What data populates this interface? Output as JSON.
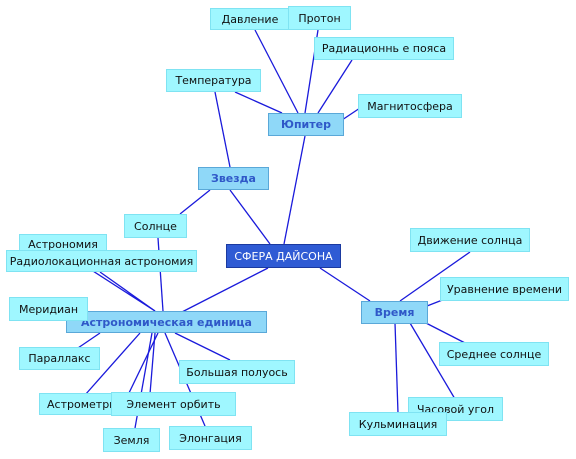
{
  "center": "СФЕРА ДАЙСОНА",
  "hubs": {
    "jupiter": "Юпитер",
    "star": "Звезда",
    "astro_unit": "Астрономическая единица",
    "time": "Время"
  },
  "leaves": {
    "pressure": "Давление",
    "proton": "Протон",
    "radiation_belts": "Радиационнь е пояса",
    "temperature": "Температура",
    "magnetosphere": "Магнитосфера",
    "sun": "Солнце",
    "astronomy": "Астрономия",
    "radio_astronomy": "Радиолокационная астрономия",
    "meridian": "Меридиан",
    "parallax": "Параллакс",
    "astrometry": "Астрометрия",
    "orbit_element": "Элемент орбить",
    "semi_major_axis": "Большая полуось",
    "earth": "Земля",
    "elongation": "Элонгация",
    "sun_motion": "Движение солнца",
    "equation_of_time": "Уравнение времени",
    "mean_sun": "Среднее солнце",
    "hour_angle": "Часовой угол",
    "culmination": "Кульминация"
  }
}
